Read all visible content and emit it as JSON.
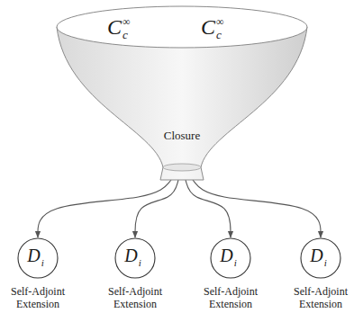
{
  "diagram": {
    "nodes": [
      {
        "text": [
          "Cc∞",
          "Cc∞",
          "Closure"
        ]
      },
      {
        "text": [
          "Di",
          "Self-Adjoint Extension"
        ]
      },
      {
        "text": [
          "Di",
          "Self-Adjoint Extension"
        ]
      },
      {
        "text": [
          "Di",
          "Self-Adjoint Extension"
        ]
      },
      {
        "text": [
          "Di",
          "Self-Adjoint Extension"
        ]
      }
    ],
    "edges": [
      {
        "from": 0,
        "to": 1,
        "arrow": "to"
      },
      {
        "from": 0,
        "to": 2,
        "arrow": "to"
      },
      {
        "from": 0,
        "to": 3,
        "arrow": "to"
      },
      {
        "from": 0,
        "to": 4,
        "arrow": "to"
      }
    ]
  }
}
